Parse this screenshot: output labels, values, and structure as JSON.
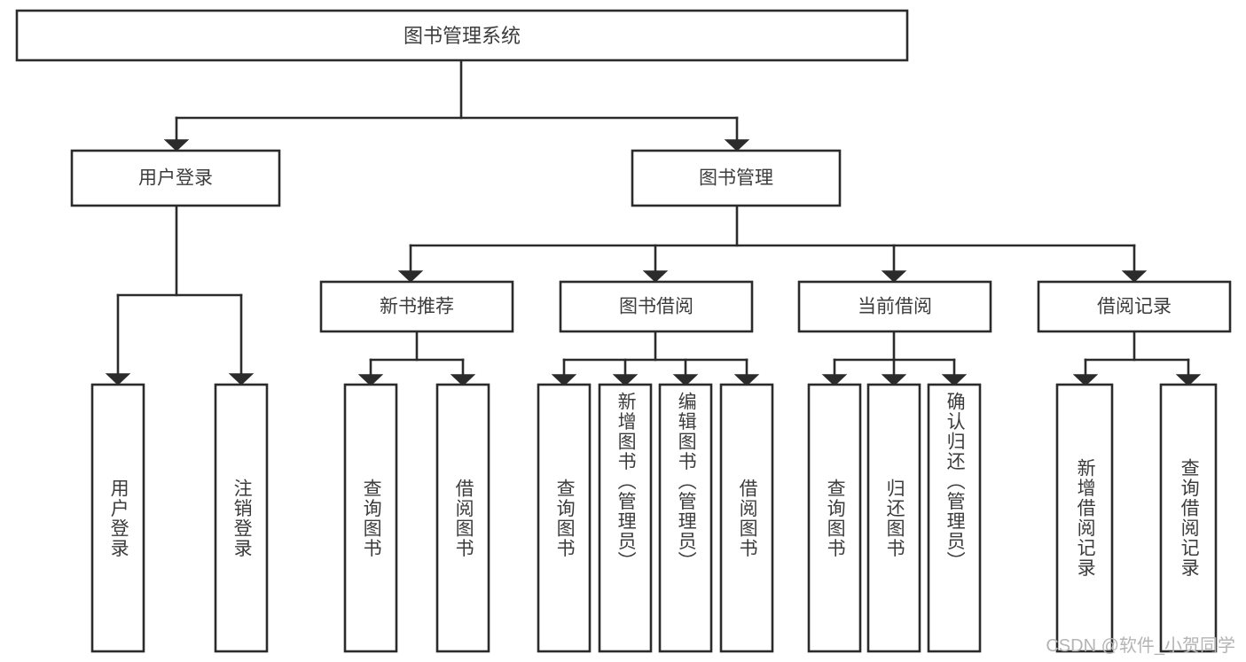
{
  "diagram": {
    "title": "图书管理系统",
    "watermark": "CSDN @软件_小贺同学",
    "accent_color": "#2b2b2b",
    "text_color": "#3c3c3c",
    "background_color": "#ffffff",
    "level2": {
      "user_login": "用户登录",
      "book_manage": "图书管理"
    },
    "level3": {
      "new_book_rec": "新书推荐",
      "book_borrow": "图书借阅",
      "current_borrow": "当前借阅",
      "borrow_record": "借阅记录"
    },
    "leaves": {
      "user_login": [
        "用户登录",
        "注销登录"
      ],
      "new_book_rec": [
        "查询图书",
        "借阅图书"
      ],
      "book_borrow": [
        "查询图书",
        "新增图书（管理员）",
        "编辑图书（管理员）",
        "借阅图书"
      ],
      "current_borrow": [
        "查询图书",
        "归还图书",
        "确认归还（管理员）"
      ],
      "borrow_record": [
        "新增借阅记录",
        "查询借阅记录"
      ]
    }
  }
}
